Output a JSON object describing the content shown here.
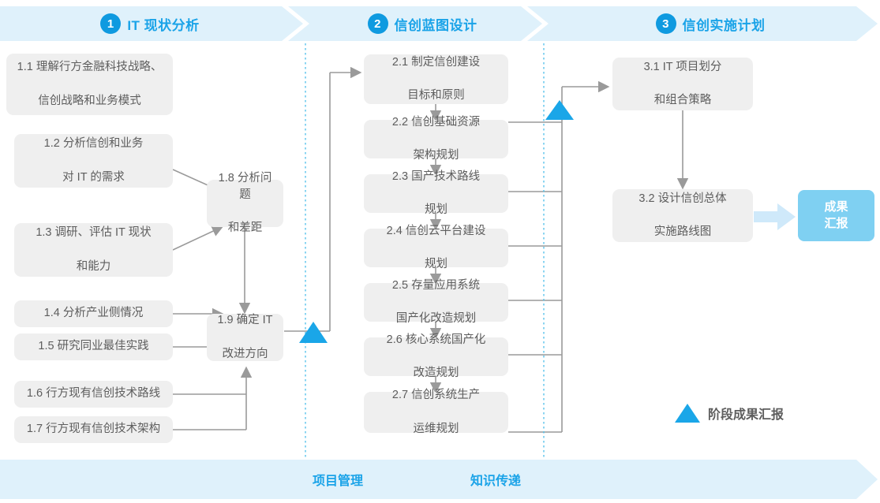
{
  "phases": [
    {
      "num": "1",
      "title": "IT 现状分析"
    },
    {
      "num": "2",
      "title": "信创蓝图设计"
    },
    {
      "num": "3",
      "title": "信创实施计划"
    }
  ],
  "column1": [
    {
      "id": "1.1",
      "line1": "1.1 理解行方金融科技战略、",
      "line2": "信创战略和业务模式"
    },
    {
      "id": "1.2",
      "line1": "1.2 分析信创和业务",
      "line2": "对 IT 的需求"
    },
    {
      "id": "1.3",
      "line1": "1.3 调研、评估 IT 现状",
      "line2": "和能力"
    },
    {
      "id": "1.4",
      "line1": "1.4 分析产业侧情况",
      "line2": ""
    },
    {
      "id": "1.5",
      "line1": "1.5 研究同业最佳实践",
      "line2": ""
    },
    {
      "id": "1.6",
      "line1": "1.6 行方现有信创技术路线",
      "line2": ""
    },
    {
      "id": "1.7",
      "line1": "1.7 行方现有信创技术架构",
      "line2": ""
    }
  ],
  "column1b": [
    {
      "id": "1.8",
      "line1": "1.8 分析问题",
      "line2": "和差距"
    },
    {
      "id": "1.9",
      "line1": "1.9 确定 IT",
      "line2": "改进方向"
    }
  ],
  "column2": [
    {
      "id": "2.1",
      "line1": "2.1 制定信创建设",
      "line2": "目标和原则"
    },
    {
      "id": "2.2",
      "line1": "2.2 信创基础资源",
      "line2": "架构规划"
    },
    {
      "id": "2.3",
      "line1": "2.3 国产技术路线",
      "line2": "规划"
    },
    {
      "id": "2.4",
      "line1": "2.4 信创云平台建设",
      "line2": "规划"
    },
    {
      "id": "2.5",
      "line1": "2.5 存量应用系统",
      "line2": "国产化改造规划"
    },
    {
      "id": "2.6",
      "line1": "2.6 核心系统国产化",
      "line2": "改造规划"
    },
    {
      "id": "2.7",
      "line1": "2.7 信创系统生产",
      "line2": "运维规划"
    }
  ],
  "column3": [
    {
      "id": "3.1",
      "line1": "3.1 IT 项目划分",
      "line2": "和组合策略"
    },
    {
      "id": "3.2",
      "line1": "3.2 设计信创总体",
      "line2": "实施路线图"
    }
  ],
  "result": {
    "line1": "成果",
    "line2": "汇报"
  },
  "legend": {
    "label": "阶段成果汇报",
    "marker": "triangle-marker"
  },
  "bottom": {
    "items": [
      "项目管理",
      "知识传递"
    ]
  },
  "colors": {
    "accent": "#1aa3e8",
    "band": "#dff1fb",
    "box": "#efefef",
    "box_text": "#5d5d5d",
    "chip": "#7fd0f2",
    "wire": "#9a9a9a",
    "dotted": "#4fc0ea",
    "triangle": "#1aa6e8"
  }
}
